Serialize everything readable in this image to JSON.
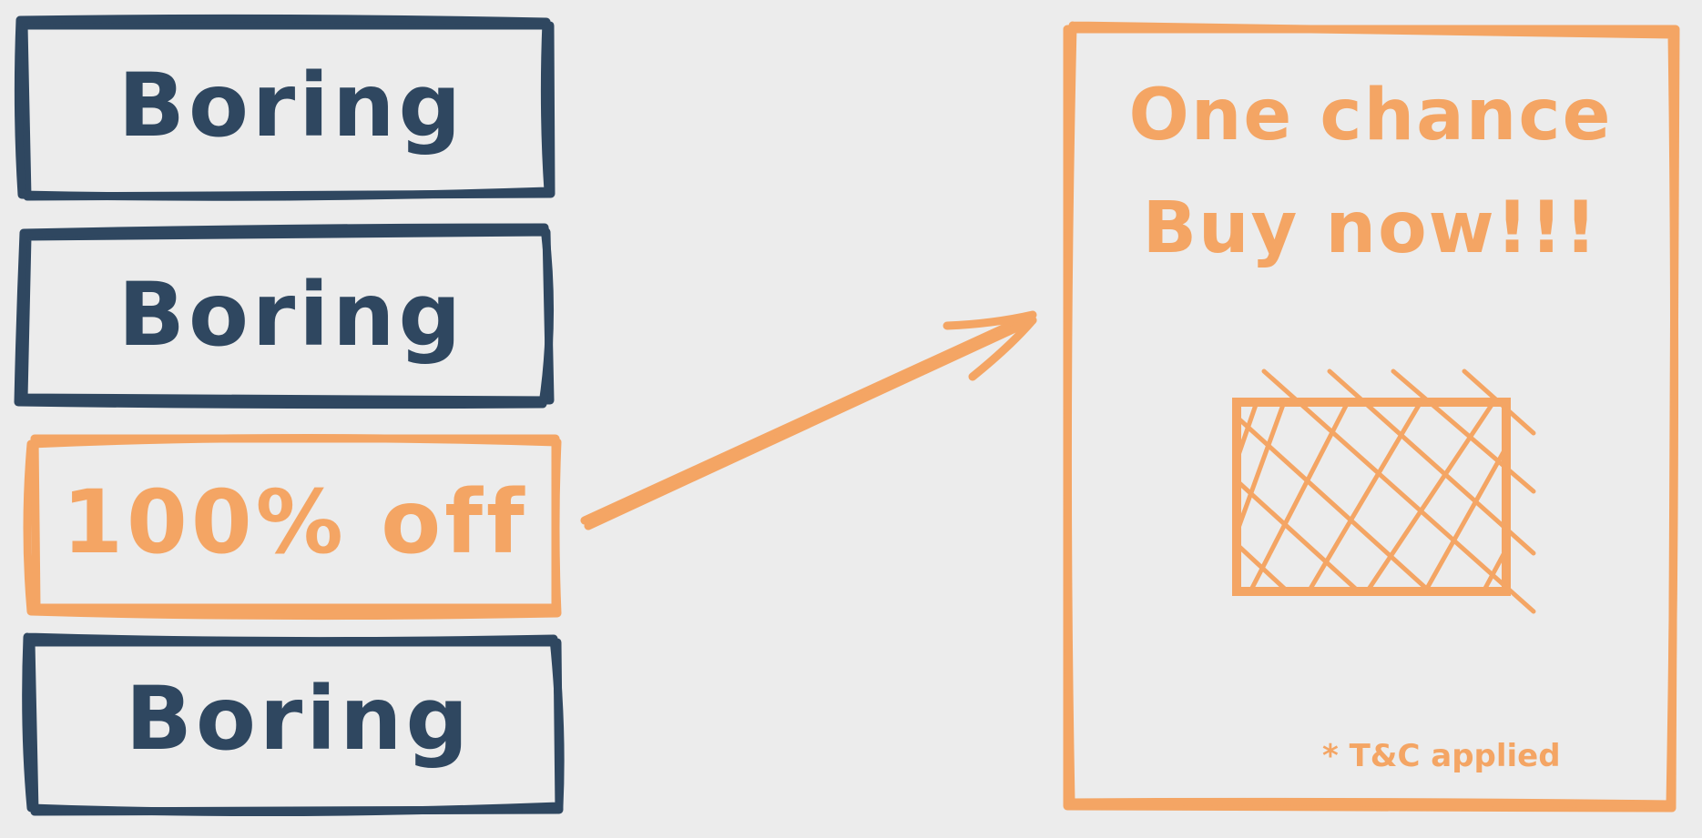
{
  "colors": {
    "background": "#ececec",
    "boring": "#2f4760",
    "highlight": "#f4a564"
  },
  "options": [
    {
      "label": "Boring",
      "highlighted": false
    },
    {
      "label": "Boring",
      "highlighted": false
    },
    {
      "label": "100% off",
      "highlighted": true
    },
    {
      "label": "Boring",
      "highlighted": false
    }
  ],
  "promo": {
    "line1": "One chance",
    "line2": "Buy now!!!",
    "image_icon": "hatched-image-placeholder-icon",
    "fine_print": "* T&C applied"
  },
  "connector": {
    "icon": "arrow-right-icon"
  }
}
